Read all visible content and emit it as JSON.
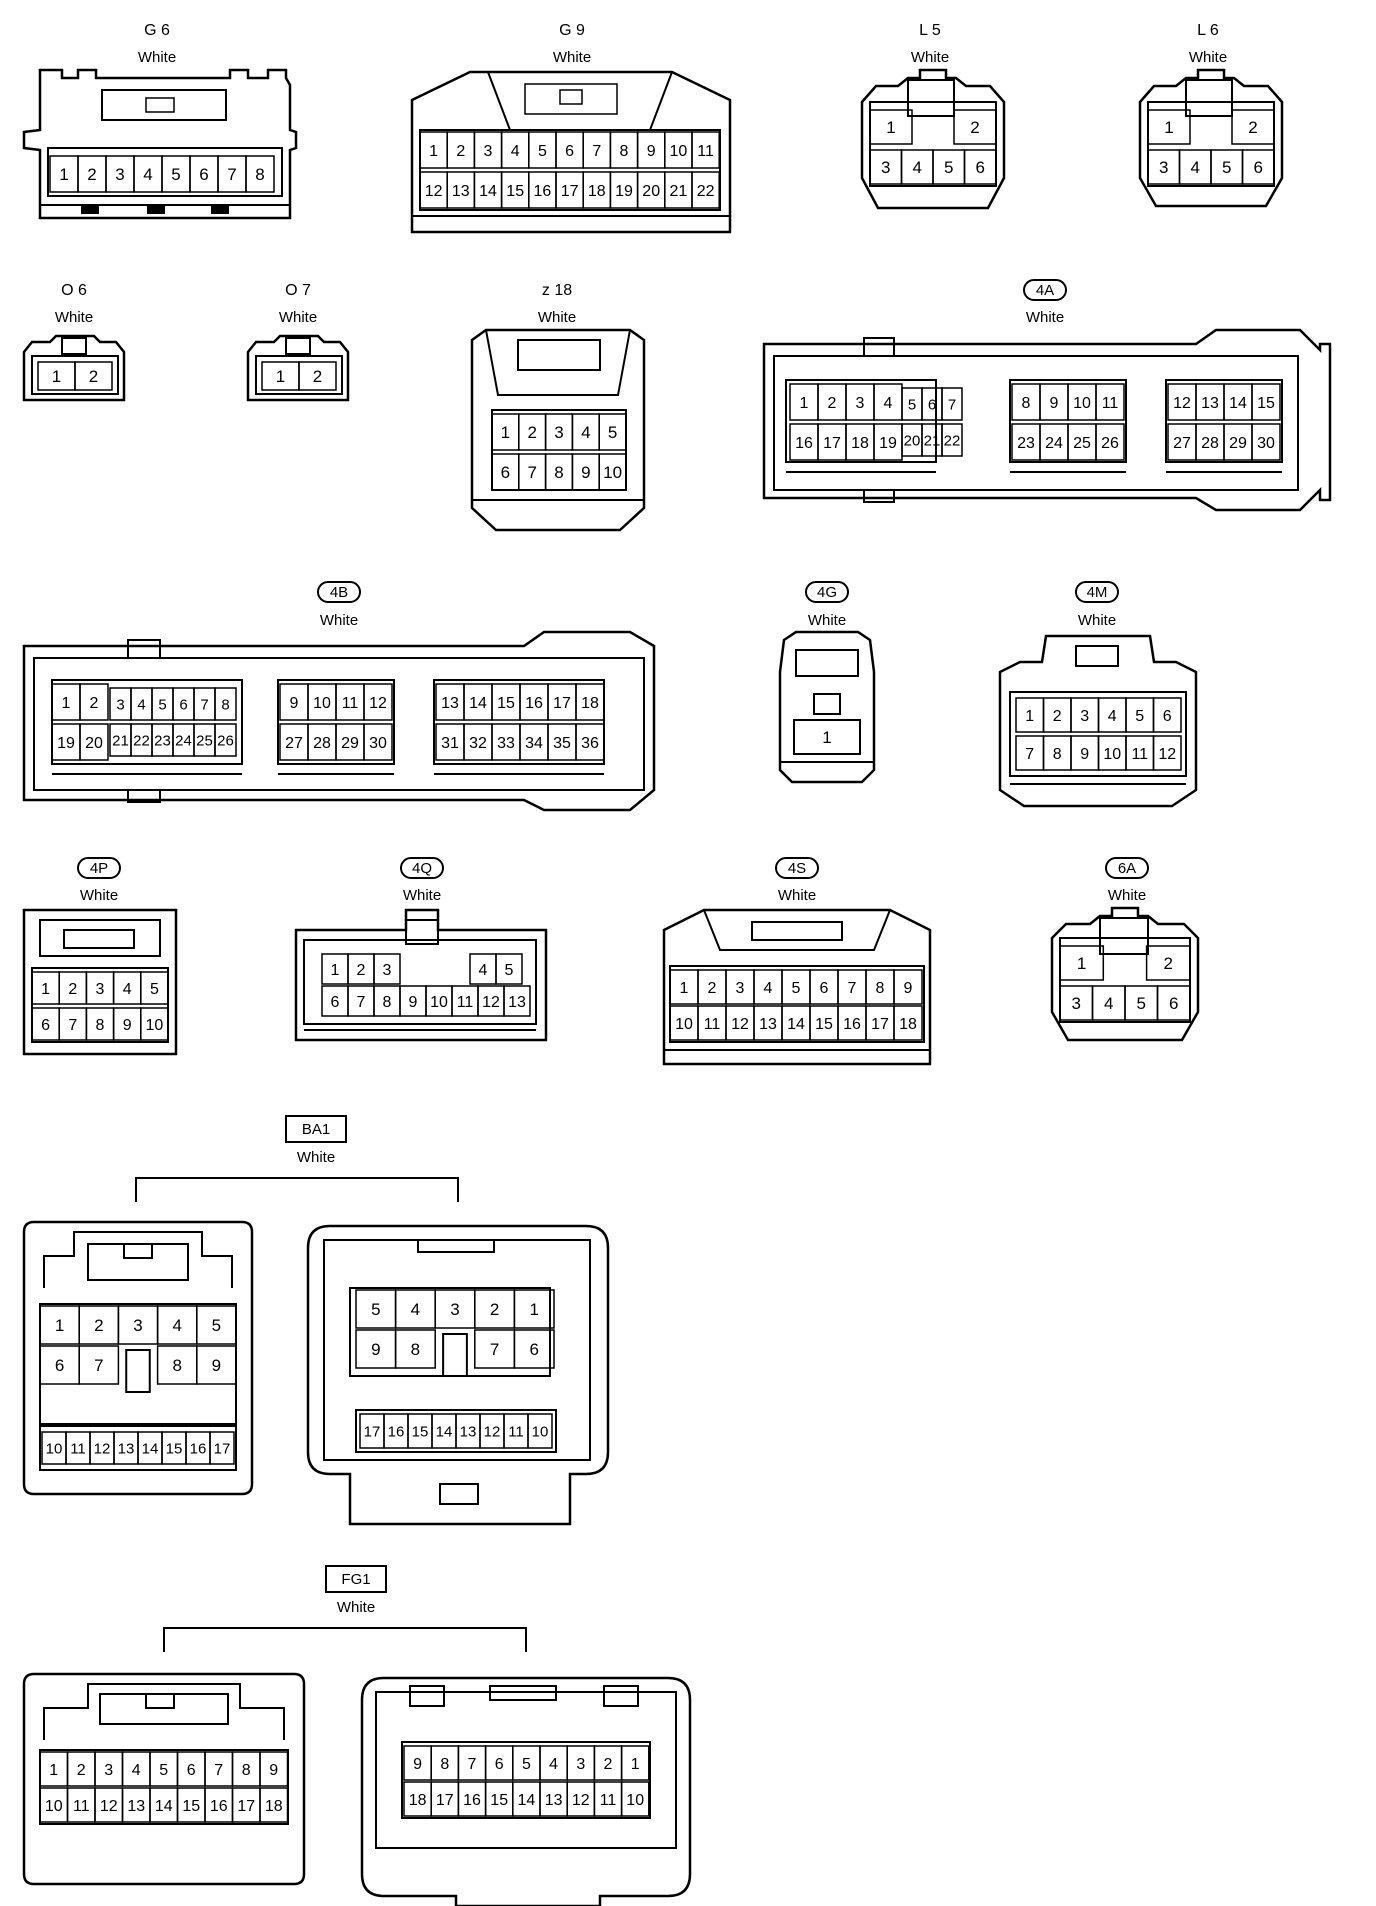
{
  "connectors": {
    "g6": {
      "code": "G 6",
      "color": "White",
      "pins_row1": [
        "1",
        "2",
        "3",
        "4",
        "5",
        "6",
        "7",
        "8"
      ]
    },
    "g9": {
      "code": "G 9",
      "color": "White",
      "pins_row1": [
        "1",
        "2",
        "3",
        "4",
        "5",
        "6",
        "7",
        "8",
        "9",
        "10",
        "11"
      ],
      "pins_row2": [
        "12",
        "13",
        "14",
        "15",
        "16",
        "17",
        "18",
        "19",
        "20",
        "21",
        "22"
      ]
    },
    "l5": {
      "code": "L 5",
      "color": "White",
      "pins_row1": [
        "1",
        "",
        "2"
      ],
      "pins_row2": [
        "3",
        "4",
        "5",
        "6"
      ]
    },
    "l6": {
      "code": "L 6",
      "color": "White",
      "pins_row1": [
        "1",
        "",
        "2"
      ],
      "pins_row2": [
        "3",
        "4",
        "5",
        "6"
      ]
    },
    "o6": {
      "code": "O 6",
      "color": "White",
      "pins_row1": [
        "1",
        "2"
      ]
    },
    "o7": {
      "code": "O 7",
      "color": "White",
      "pins_row1": [
        "1",
        "2"
      ]
    },
    "z18": {
      "code": "z 18",
      "color": "White",
      "pins_row1": [
        "1",
        "2",
        "3",
        "4",
        "5"
      ],
      "pins_row2": [
        "6",
        "7",
        "8",
        "9",
        "10"
      ]
    },
    "c4a": {
      "code": "4A",
      "color": "White",
      "block1_row1": [
        "1",
        "2",
        "3",
        "4"
      ],
      "block1_row2": [
        "16",
        "17",
        "18",
        "19"
      ],
      "block1b_row1": [
        "5",
        "6",
        "7"
      ],
      "block1b_row2": [
        "20",
        "21",
        "22"
      ],
      "block2_row1": [
        "8",
        "9",
        "10",
        "11"
      ],
      "block2_row2": [
        "23",
        "24",
        "25",
        "26"
      ],
      "block3_row1": [
        "12",
        "13",
        "14",
        "15"
      ],
      "block3_row2": [
        "27",
        "28",
        "29",
        "30"
      ]
    },
    "c4b": {
      "code": "4B",
      "color": "White",
      "block1_row1": [
        "1",
        "2"
      ],
      "block1_row2": [
        "19",
        "20"
      ],
      "block1b_row1": [
        "3",
        "4",
        "5",
        "6",
        "7",
        "8"
      ],
      "block1b_row2": [
        "21",
        "22",
        "23",
        "24",
        "25",
        "26"
      ],
      "block2_row1": [
        "9",
        "10",
        "11",
        "12"
      ],
      "block2_row2": [
        "27",
        "28",
        "29",
        "30"
      ],
      "block3_row1": [
        "13",
        "14",
        "15",
        "16",
        "17",
        "18"
      ],
      "block3_row2": [
        "31",
        "32",
        "33",
        "34",
        "35",
        "36"
      ]
    },
    "c4g": {
      "code": "4G",
      "color": "White",
      "pins_row1": [
        "1"
      ]
    },
    "c4m": {
      "code": "4M",
      "color": "White",
      "pins_row1": [
        "1",
        "2",
        "3",
        "4",
        "5",
        "6"
      ],
      "pins_row2": [
        "7",
        "8",
        "9",
        "10",
        "11",
        "12"
      ]
    },
    "c4p": {
      "code": "4P",
      "color": "White",
      "pins_row1": [
        "1",
        "2",
        "3",
        "4",
        "5"
      ],
      "pins_row2": [
        "6",
        "7",
        "8",
        "9",
        "10"
      ]
    },
    "c4q": {
      "code": "4Q",
      "color": "White",
      "pins_row1a": [
        "1",
        "2",
        "3"
      ],
      "pins_row1b": [
        "4",
        "5"
      ],
      "pins_row2": [
        "6",
        "7",
        "8",
        "9",
        "10",
        "11",
        "12",
        "13"
      ]
    },
    "c4s": {
      "code": "4S",
      "color": "White",
      "pins_row1": [
        "1",
        "2",
        "3",
        "4",
        "5",
        "6",
        "7",
        "8",
        "9"
      ],
      "pins_row2": [
        "10",
        "11",
        "12",
        "13",
        "14",
        "15",
        "16",
        "17",
        "18"
      ]
    },
    "c6a": {
      "code": "6A",
      "color": "White",
      "pins_row1": [
        "1",
        "",
        "2"
      ],
      "pins_row2": [
        "3",
        "4",
        "5",
        "6"
      ]
    },
    "ba1": {
      "code": "BA1",
      "color": "White",
      "left_row1": [
        "1",
        "2",
        "3",
        "4",
        "5"
      ],
      "left_row2": [
        "6",
        "7",
        "",
        "8",
        "9"
      ],
      "left_row3": [
        "10",
        "11",
        "12",
        "13",
        "14",
        "15",
        "16",
        "17"
      ],
      "right_row1": [
        "5",
        "4",
        "3",
        "2",
        "1"
      ],
      "right_row2": [
        "9",
        "8",
        "",
        "7",
        "6"
      ],
      "right_row3": [
        "17",
        "16",
        "15",
        "14",
        "13",
        "12",
        "11",
        "10"
      ]
    },
    "fg1": {
      "code": "FG1",
      "color": "White",
      "left_row1": [
        "1",
        "2",
        "3",
        "4",
        "5",
        "6",
        "7",
        "8",
        "9"
      ],
      "left_row2": [
        "10",
        "11",
        "12",
        "13",
        "14",
        "15",
        "16",
        "17",
        "18"
      ],
      "right_row1": [
        "9",
        "8",
        "7",
        "6",
        "5",
        "4",
        "3",
        "2",
        "1"
      ],
      "right_row2": [
        "18",
        "17",
        "16",
        "15",
        "14",
        "13",
        "12",
        "11",
        "10"
      ]
    }
  }
}
